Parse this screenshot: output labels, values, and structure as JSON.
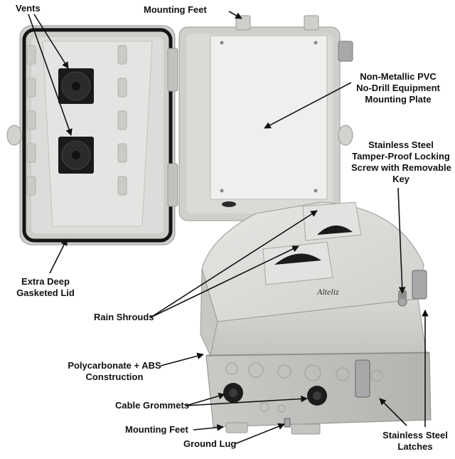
{
  "labels": {
    "vents": "Vents",
    "mounting_feet_top": "Mounting Feet",
    "mounting_plate": [
      "Non-Metallic PVC",
      "No-Drill Equipment",
      "Mounting Plate"
    ],
    "locking_screw": [
      "Stainless Steel",
      "Tamper-Proof Locking",
      "Screw with Removable",
      "Key"
    ],
    "gasketed_lid": [
      "Extra Deep",
      "Gasketed Lid"
    ],
    "rain_shrouds": "Rain Shrouds",
    "construction": [
      "Polycarbonate + ABS",
      "Construction"
    ],
    "cable_grommets": "Cable Grommets",
    "mounting_feet_bottom": "Mounting Feet",
    "ground_lug": "Ground Lug",
    "latches": [
      "Stainless Steel",
      "Latches"
    ]
  },
  "brand": "Alteliz",
  "colors": {
    "enclosure": "#d9d9d7",
    "enclosure_shadow": "#b9b9b6",
    "gasket": "#151515",
    "plate": "#efefee",
    "fan": "#1a1a1a",
    "steel": "#a7a8aa",
    "arrow": "#111111"
  }
}
